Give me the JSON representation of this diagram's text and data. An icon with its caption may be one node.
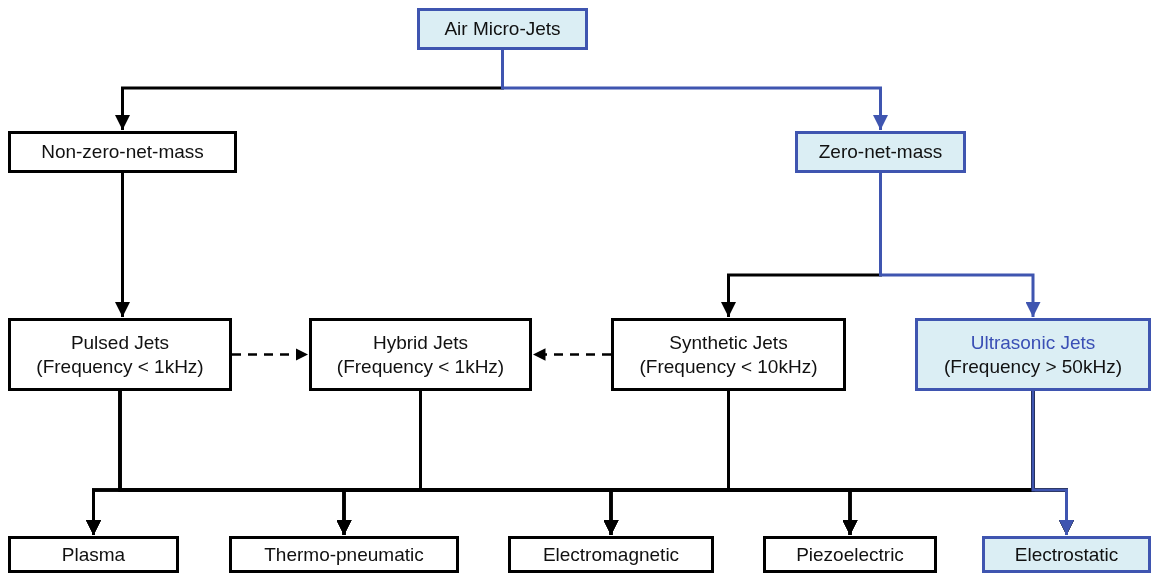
{
  "diagram": {
    "nodes": [
      {
        "text": [
          "Air Micro-Jets"
        ]
      },
      {
        "text": [
          "Non-zero-net-mass"
        ]
      },
      {
        "text": [
          "Zero-net-mass"
        ]
      },
      {
        "text": [
          "Pulsed Jets",
          "(Frequency < 1kHz)"
        ]
      },
      {
        "text": [
          "Hybrid Jets",
          "(Frequency < 1kHz)"
        ]
      },
      {
        "text": [
          "Synthetic Jets",
          "(Frequency < 10kHz)"
        ]
      },
      {
        "text": [
          "Ultrasonic Jets",
          "(Frequency > 50kHz)"
        ]
      },
      {
        "text": [
          "Plasma"
        ]
      },
      {
        "text": [
          "Thermo-pneumatic"
        ]
      },
      {
        "text": [
          "Electromagnetic"
        ]
      },
      {
        "text": [
          "Piezoelectric"
        ]
      },
      {
        "text": [
          "Electrostatic"
        ]
      }
    ],
    "edges": [
      {
        "from": 0,
        "to": 1,
        "arrow": "to"
      },
      {
        "from": 0,
        "to": 2,
        "arrow": "to",
        "color": "#3f55b0"
      },
      {
        "from": 1,
        "to": 3,
        "arrow": "to"
      },
      {
        "from": 2,
        "to": 5,
        "arrow": "to"
      },
      {
        "from": 2,
        "to": 6,
        "arrow": "to",
        "color": "#3f55b0"
      },
      {
        "from": 3,
        "to": 4,
        "arrow": "to",
        "style": "dashed"
      },
      {
        "from": 5,
        "to": 4,
        "arrow": "to",
        "style": "dashed"
      },
      {
        "from": 3,
        "to": 7,
        "arrow": "to"
      },
      {
        "from": 3,
        "to": 8,
        "arrow": "to"
      },
      {
        "from": 3,
        "to": 9,
        "arrow": "to"
      },
      {
        "from": 3,
        "to": 10,
        "arrow": "to"
      },
      {
        "from": 3,
        "to": 11,
        "arrow": "to"
      },
      {
        "from": 4,
        "to": 7,
        "arrow": "to"
      },
      {
        "from": 4,
        "to": 8,
        "arrow": "to"
      },
      {
        "from": 4,
        "to": 9,
        "arrow": "to"
      },
      {
        "from": 4,
        "to": 10,
        "arrow": "to"
      },
      {
        "from": 4,
        "to": 11,
        "arrow": "to"
      },
      {
        "from": 5,
        "to": 7,
        "arrow": "to"
      },
      {
        "from": 5,
        "to": 8,
        "arrow": "to"
      },
      {
        "from": 5,
        "to": 9,
        "arrow": "to"
      },
      {
        "from": 5,
        "to": 10,
        "arrow": "to"
      },
      {
        "from": 5,
        "to": 11,
        "arrow": "to"
      },
      {
        "from": 6,
        "to": 7,
        "arrow": "to"
      },
      {
        "from": 6,
        "to": 8,
        "arrow": "to"
      },
      {
        "from": 6,
        "to": 9,
        "arrow": "to"
      },
      {
        "from": 6,
        "to": 10,
        "arrow": "to"
      },
      {
        "from": 6,
        "to": 11,
        "arrow": "to",
        "color": "#3f55b0"
      }
    ]
  }
}
